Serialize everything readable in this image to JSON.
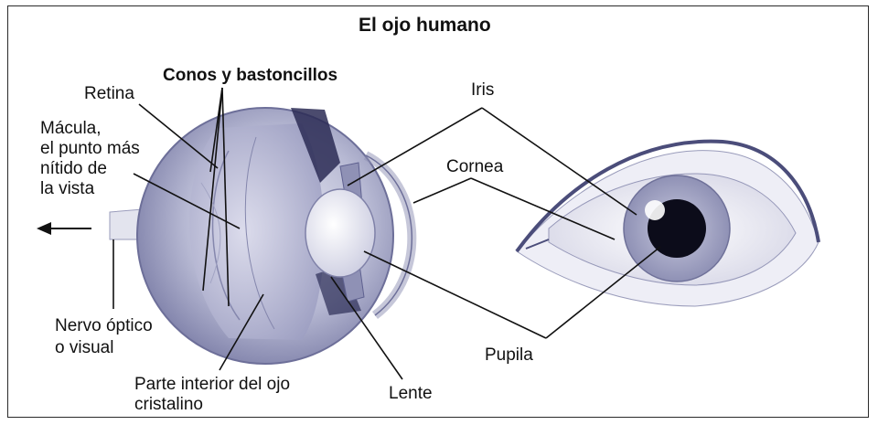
{
  "diagram": {
    "title": "El ojo humano",
    "labels": {
      "conos": "Conos y bastoncillos",
      "retina": "Retina",
      "macula_1": "Mácula,",
      "macula_2": "el punto más",
      "macula_3": "nítido de",
      "macula_4": "la vista",
      "iris": "Iris",
      "cornea": "Cornea",
      "nervio_1": "Nervo óptico",
      "nervio_2": "o visual",
      "pupila": "Pupila",
      "interior_1": "Parte interior del ojo",
      "interior_2": "cristalino",
      "lente": "Lente"
    }
  }
}
